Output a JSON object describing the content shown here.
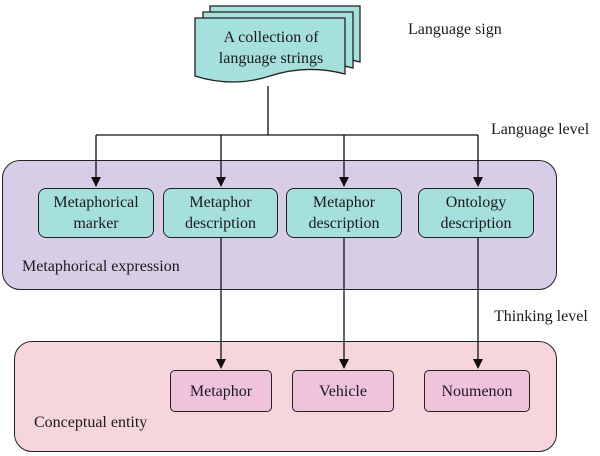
{
  "source_node": {
    "text_line1": "A collection of",
    "text_line2": "language strings"
  },
  "level_labels": {
    "language_sign": "Language sign",
    "language_level": "Language level",
    "thinking_level": "Thinking level"
  },
  "groups": {
    "metaphorical_expression": "Metaphorical expression",
    "conceptual_entity": "Conceptual entity"
  },
  "expression_nodes": [
    {
      "line1": "Metaphorical",
      "line2": "marker"
    },
    {
      "line1": "Metaphor",
      "line2": "description"
    },
    {
      "line1": "Metaphor",
      "line2": "description"
    },
    {
      "line1": "Ontology",
      "line2": "description"
    }
  ],
  "entity_nodes": [
    "Metaphor",
    "Vehicle",
    "Noumenon"
  ],
  "colors": {
    "expression_panel": "#d8cde6",
    "entity_panel": "#f6d5dc",
    "teal_node": "#a6e0dc",
    "pink_node": "#efc3dc",
    "document_fill": "#a6e0dc"
  }
}
